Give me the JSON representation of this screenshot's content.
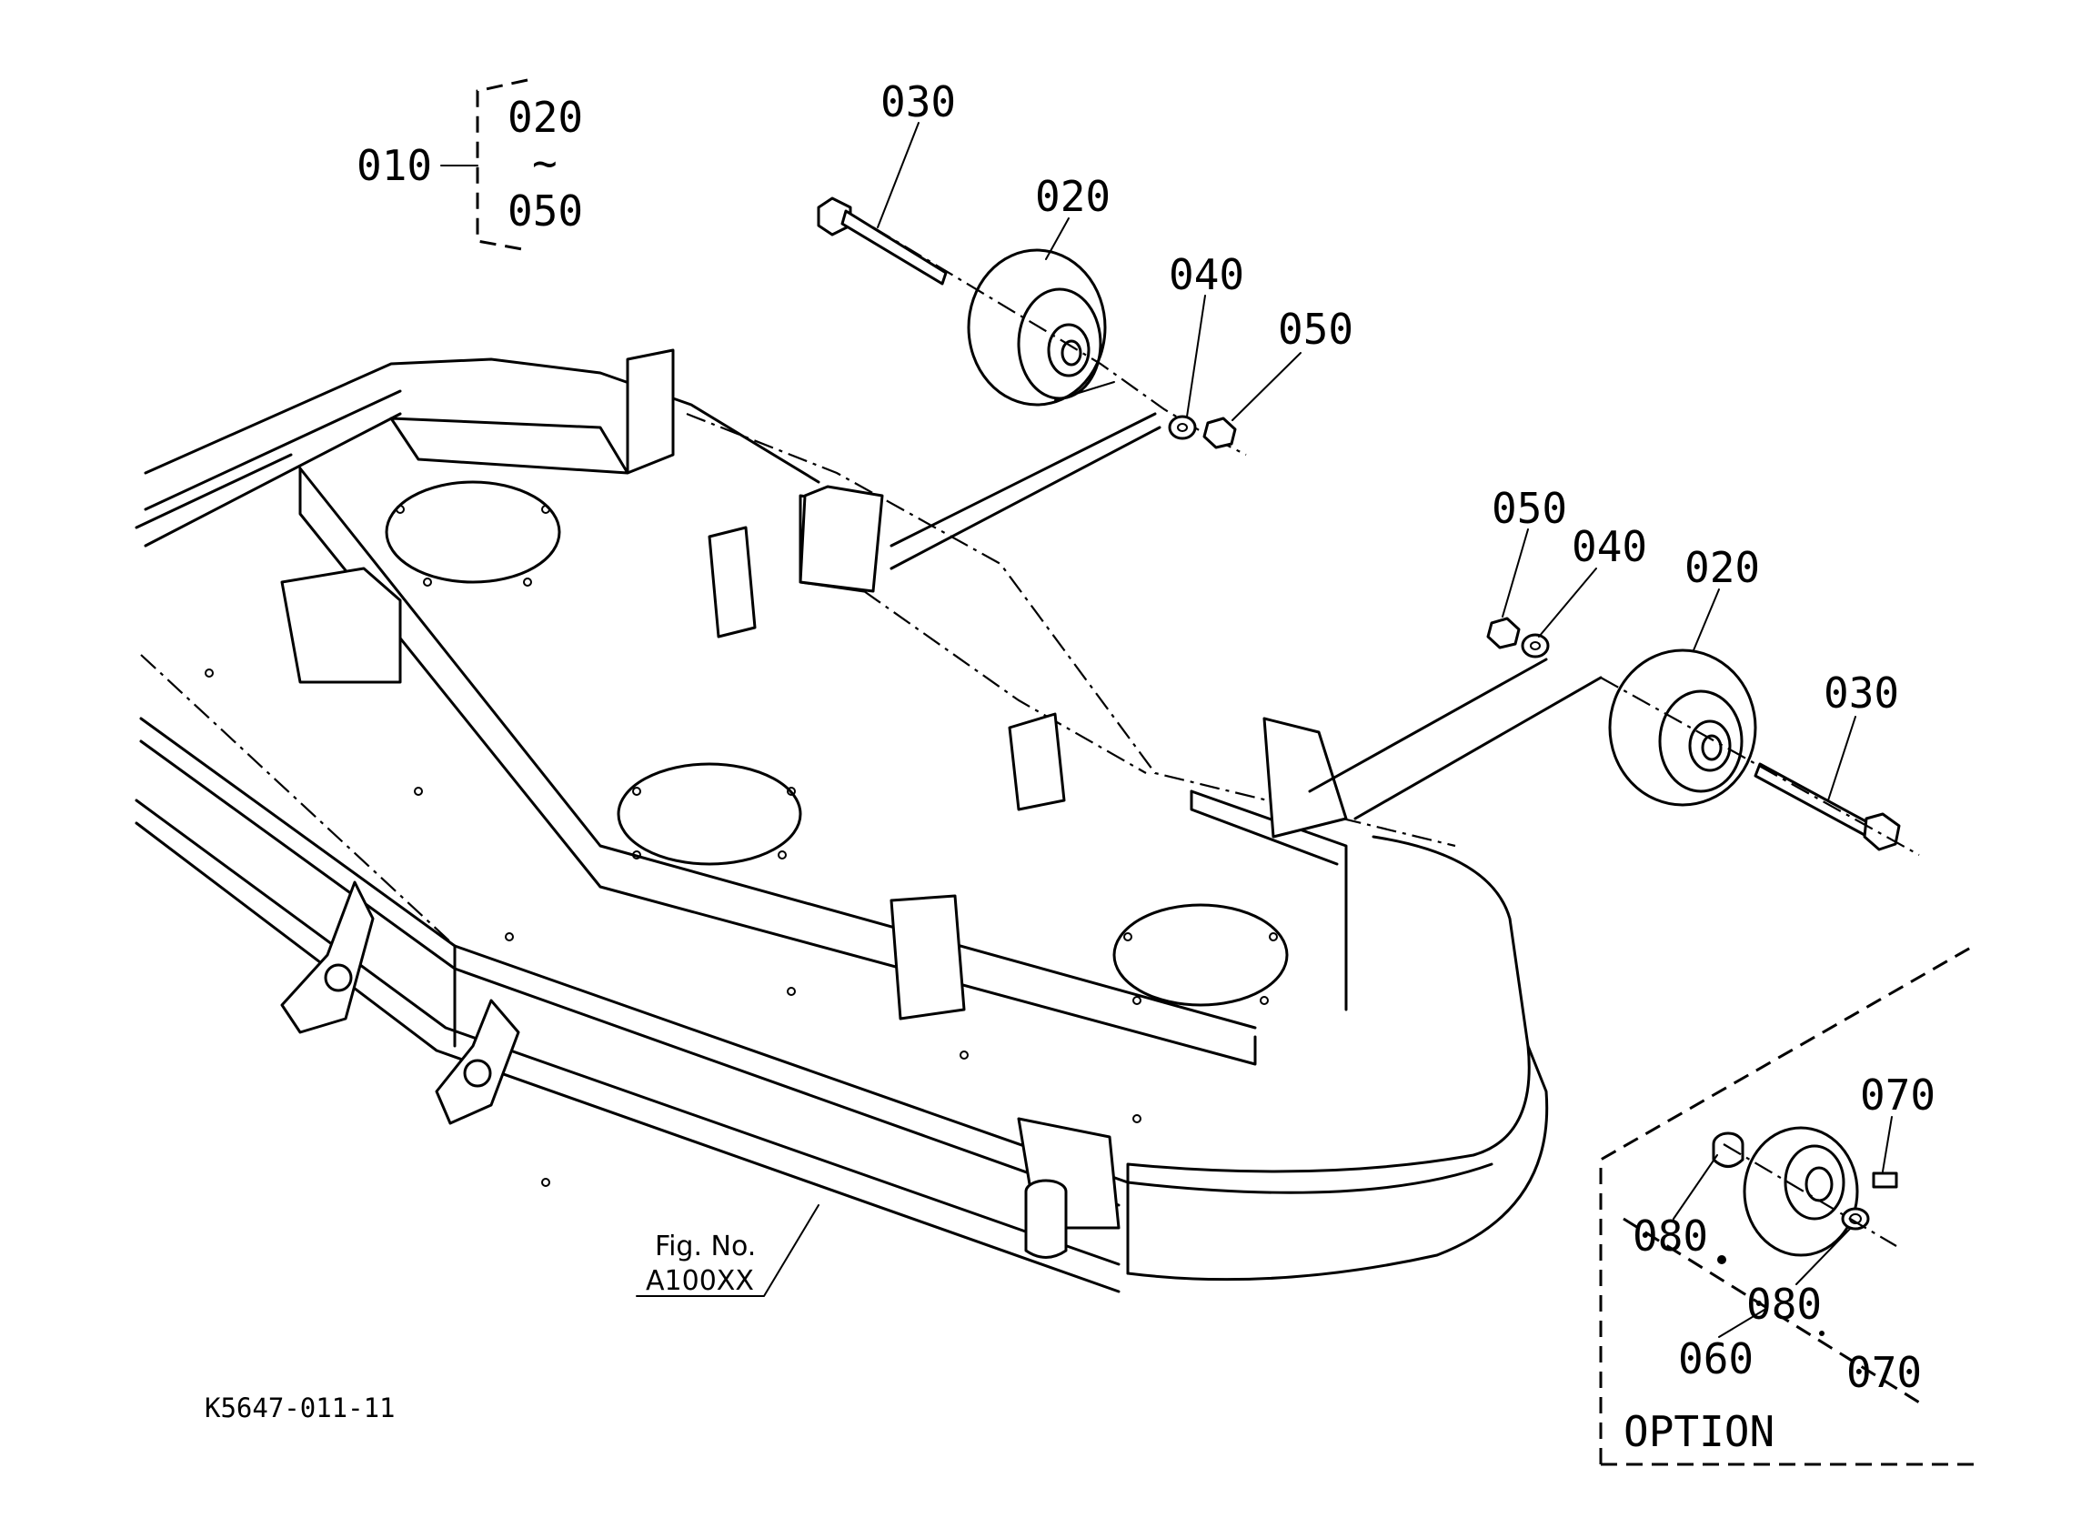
{
  "diagram": {
    "drawing_code": "K5647-011-11",
    "figure_ref": {
      "line1": "Fig. No.",
      "line2": "A100XX"
    },
    "assembly": {
      "part": "010",
      "range_start": "020",
      "range_symbol": "~",
      "range_end": "050"
    },
    "callouts": [
      {
        "id": "030",
        "label": "030"
      },
      {
        "id": "020",
        "label": "020"
      },
      {
        "id": "040",
        "label": "040"
      },
      {
        "id": "050",
        "label": "050"
      },
      {
        "id": "050b",
        "label": "050"
      },
      {
        "id": "040b",
        "label": "040"
      },
      {
        "id": "020b",
        "label": "020"
      },
      {
        "id": "030b",
        "label": "030"
      }
    ],
    "option_box": {
      "title": "OPTION",
      "callouts": [
        {
          "id": "070a",
          "label": "070"
        },
        {
          "id": "080a",
          "label": "080"
        },
        {
          "id": "080b",
          "label": "080"
        },
        {
          "id": "060",
          "label": "060"
        },
        {
          "id": "070b",
          "label": "070"
        }
      ]
    }
  }
}
